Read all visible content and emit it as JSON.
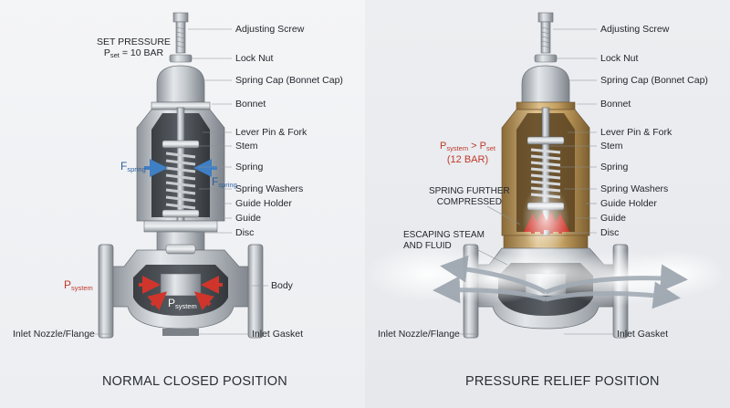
{
  "left": {
    "caption": "NORMAL CLOSED POSITION",
    "set_pressure": {
      "line1": "SET PRESSURE",
      "p": "P",
      "sub": "set",
      "value": "= 10 BAR"
    },
    "labels": {
      "adjusting_screw": "Adjusting Screw",
      "lock_nut": "Lock Nut",
      "spring_cap": "Spring Cap (Bonnet Cap)",
      "bonnet": "Bonnet",
      "lever_pin": "Lever Pin & Fork",
      "stem": "Stem",
      "spring": "Spring",
      "spring_washers": "Spring Washers",
      "guide_holder": "Guide Holder",
      "guide": "Guide",
      "disc": "Disc",
      "body": "Body",
      "inlet_nozzle": "Inlet Nozzle/Flange",
      "inlet_gasket": "Inlet Gasket"
    },
    "f_spring": {
      "f": "F",
      "sub": "spring"
    },
    "p_system": {
      "p": "P",
      "sub": "system"
    }
  },
  "right": {
    "caption": "PRESSURE RELIEF POSITION",
    "psys_gt_pset": {
      "p1": "P",
      "sub1": "system",
      "gt": " > P",
      "sub2": "set",
      "value": "(12 BAR)"
    },
    "spring_further": {
      "line1": "SPRING FURTHER",
      "line2": "COMPRESSED"
    },
    "escaping": {
      "line1": "ESCAPING STEAM",
      "line2": "AND FLUID"
    },
    "labels": {
      "adjusting_screw": "Adjusting Screw",
      "lock_nut": "Lock Nut",
      "spring_cap": "Spring Cap (Bonnet Cap)",
      "bonnet": "Bonnet",
      "lever_pin": "Lever Pin & Fork",
      "stem": "Stem",
      "spring": "Spring",
      "spring_washers": "Spring Washers",
      "guide_holder": "Guide Holder",
      "guide": "Guide",
      "disc": "Disc",
      "inlet_nozzle": "Inlet Nozzle/Flange",
      "inlet_gasket": "Inlet Gasket"
    }
  },
  "colors": {
    "force_arrow": "#3f7fc4",
    "pressure_arrow": "#d0352b",
    "brass": "#c9a66b",
    "steel": "#b9bec4"
  }
}
